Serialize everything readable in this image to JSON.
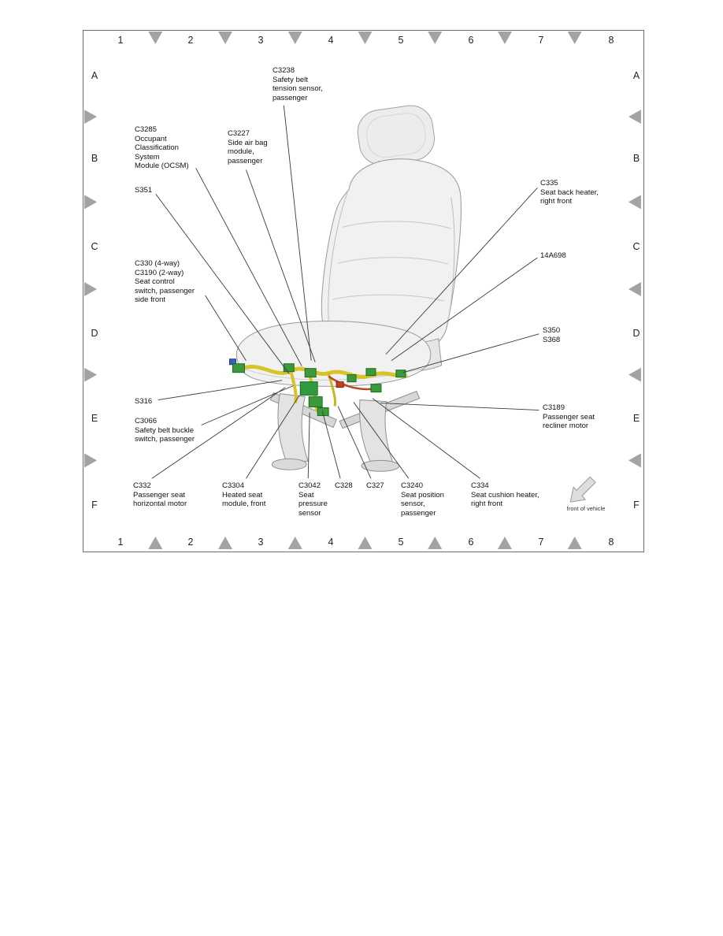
{
  "grid": {
    "columns": [
      "1",
      "2",
      "3",
      "4",
      "5",
      "6",
      "7",
      "8"
    ],
    "rows": [
      "A",
      "B",
      "C",
      "D",
      "E",
      "F"
    ]
  },
  "callouts": [
    {
      "id": "C3238",
      "lines": [
        "C3238",
        "Safety belt",
        "tension sensor,",
        "passenger"
      ]
    },
    {
      "id": "C3285",
      "lines": [
        "C3285",
        "Occupant",
        "Classification",
        "System",
        "Module (OCSM)"
      ]
    },
    {
      "id": "C3227",
      "lines": [
        "C3227",
        "Side air bag",
        "module,",
        "passenger"
      ]
    },
    {
      "id": "S351",
      "lines": [
        "S351"
      ]
    },
    {
      "id": "C335",
      "lines": [
        "C335",
        "Seat back heater,",
        "right front"
      ]
    },
    {
      "id": "14A698",
      "lines": [
        "14A698"
      ]
    },
    {
      "id": "C330",
      "lines": [
        "C330  (4-way)",
        "C3190  (2-way)",
        "Seat control",
        "switch, passenger",
        "side front"
      ]
    },
    {
      "id": "S350",
      "lines": [
        "S350",
        "S368"
      ]
    },
    {
      "id": "S316",
      "lines": [
        "S316"
      ]
    },
    {
      "id": "C3066",
      "lines": [
        "C3066",
        "Safety belt buckle",
        "switch, passenger"
      ]
    },
    {
      "id": "C3189",
      "lines": [
        "C3189",
        "Passenger seat",
        "recliner motor"
      ]
    },
    {
      "id": "C332",
      "lines": [
        "C332",
        "Passenger seat",
        "horizontal motor"
      ]
    },
    {
      "id": "C3304",
      "lines": [
        "C3304",
        "Heated seat",
        "module, front"
      ]
    },
    {
      "id": "C3042",
      "lines": [
        "C3042",
        "Seat",
        "pressure",
        "sensor"
      ]
    },
    {
      "id": "C328",
      "lines": [
        "C328"
      ]
    },
    {
      "id": "C327",
      "lines": [
        "C327"
      ]
    },
    {
      "id": "C3240",
      "lines": [
        "C3240",
        "Seat position",
        "sensor,",
        "passenger"
      ]
    },
    {
      "id": "C334",
      "lines": [
        "C334",
        "Seat cushion heater,",
        "right front"
      ]
    }
  ],
  "front_marker": {
    "label": "front of vehicle"
  },
  "colors": {
    "harness": "#d7c428",
    "connector_green": "#3b9a3b",
    "connector_red": "#c04020",
    "connector_blue": "#3a5fc0",
    "grid_marker": "#a3a3a3",
    "leader_line": "#3a3a3a"
  }
}
